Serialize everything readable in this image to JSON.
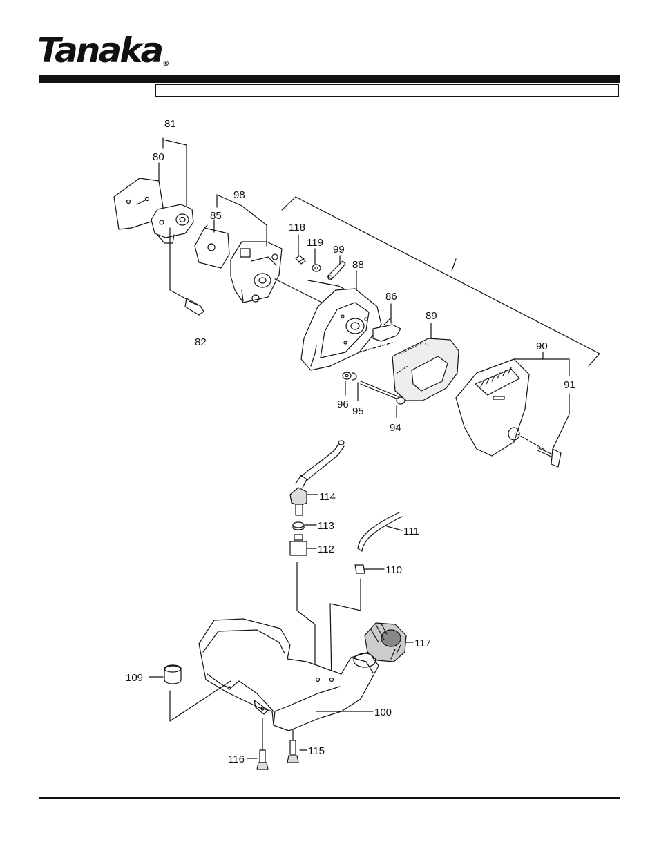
{
  "brand": {
    "logo_text": "Tanaka",
    "registered_mark": "®"
  },
  "title_box": {
    "text": ""
  },
  "callouts": {
    "p80": "80",
    "p81": "81",
    "p82": "82",
    "p85": "85",
    "p86": "86",
    "p88": "88",
    "p89": "89",
    "p90": "90",
    "p91": "91",
    "p94": "94",
    "p95": "95",
    "p96": "96",
    "p98": "98",
    "p99": "99",
    "p100": "100",
    "p109": "109",
    "p110": "110",
    "p111": "111",
    "p112": "112",
    "p113": "113",
    "p114": "114",
    "p115": "115",
    "p116": "116",
    "p117": "117",
    "p118": "118",
    "p119": "119"
  }
}
